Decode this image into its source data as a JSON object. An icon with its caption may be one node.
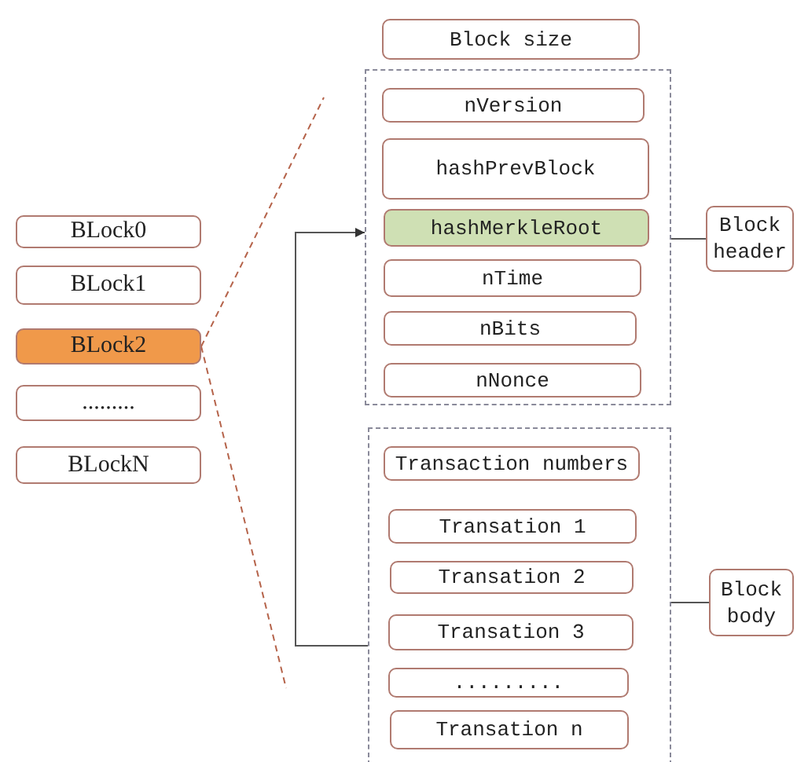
{
  "diagram": {
    "nodes": [
      {
        "text": [
          "BLock0"
        ]
      },
      {
        "text": [
          "BLock1"
        ]
      },
      {
        "text": [
          "BLock2"
        ]
      },
      {
        "text": [
          "........."
        ]
      },
      {
        "text": [
          "BLockN"
        ]
      },
      {
        "text": [
          "Block size"
        ]
      },
      {
        "text": [],
        "shape": "box"
      },
      {
        "text": [
          "nVersion"
        ],
        "in": 6
      },
      {
        "text": [
          "hashPrevBlock"
        ],
        "in": 6
      },
      {
        "text": [
          "hashMerkleRoot"
        ],
        "in": 6
      },
      {
        "text": [
          "nTime"
        ],
        "in": 6
      },
      {
        "text": [
          "nBits"
        ],
        "in": 6
      },
      {
        "text": [
          "nNonce"
        ],
        "in": 6
      },
      {
        "text": [
          "Block header"
        ]
      },
      {
        "text": [],
        "shape": "box"
      },
      {
        "text": [
          "Transaction numbers"
        ],
        "in": 14
      },
      {
        "text": [
          "Transation 1"
        ],
        "in": 14
      },
      {
        "text": [
          "Transation 2"
        ],
        "in": 14
      },
      {
        "text": [
          "Transation 3"
        ],
        "in": 14
      },
      {
        "text": [
          "........."
        ],
        "in": 14
      },
      {
        "text": [
          "Transation n"
        ],
        "in": 14
      },
      {
        "text": [
          "Block body"
        ]
      }
    ],
    "edges": [
      {
        "from": 2,
        "to": null,
        "arrow": "none",
        "style": "dashed",
        "color": "#b5634a"
      },
      {
        "from": 2,
        "to": null,
        "arrow": "none",
        "style": "dashed",
        "color": "#b5634a"
      },
      {
        "from": 14,
        "to": 6,
        "arrow": "to"
      },
      {
        "from": 6,
        "to": 13,
        "arrow": "none"
      },
      {
        "from": 14,
        "to": 21,
        "arrow": "none"
      }
    ]
  }
}
